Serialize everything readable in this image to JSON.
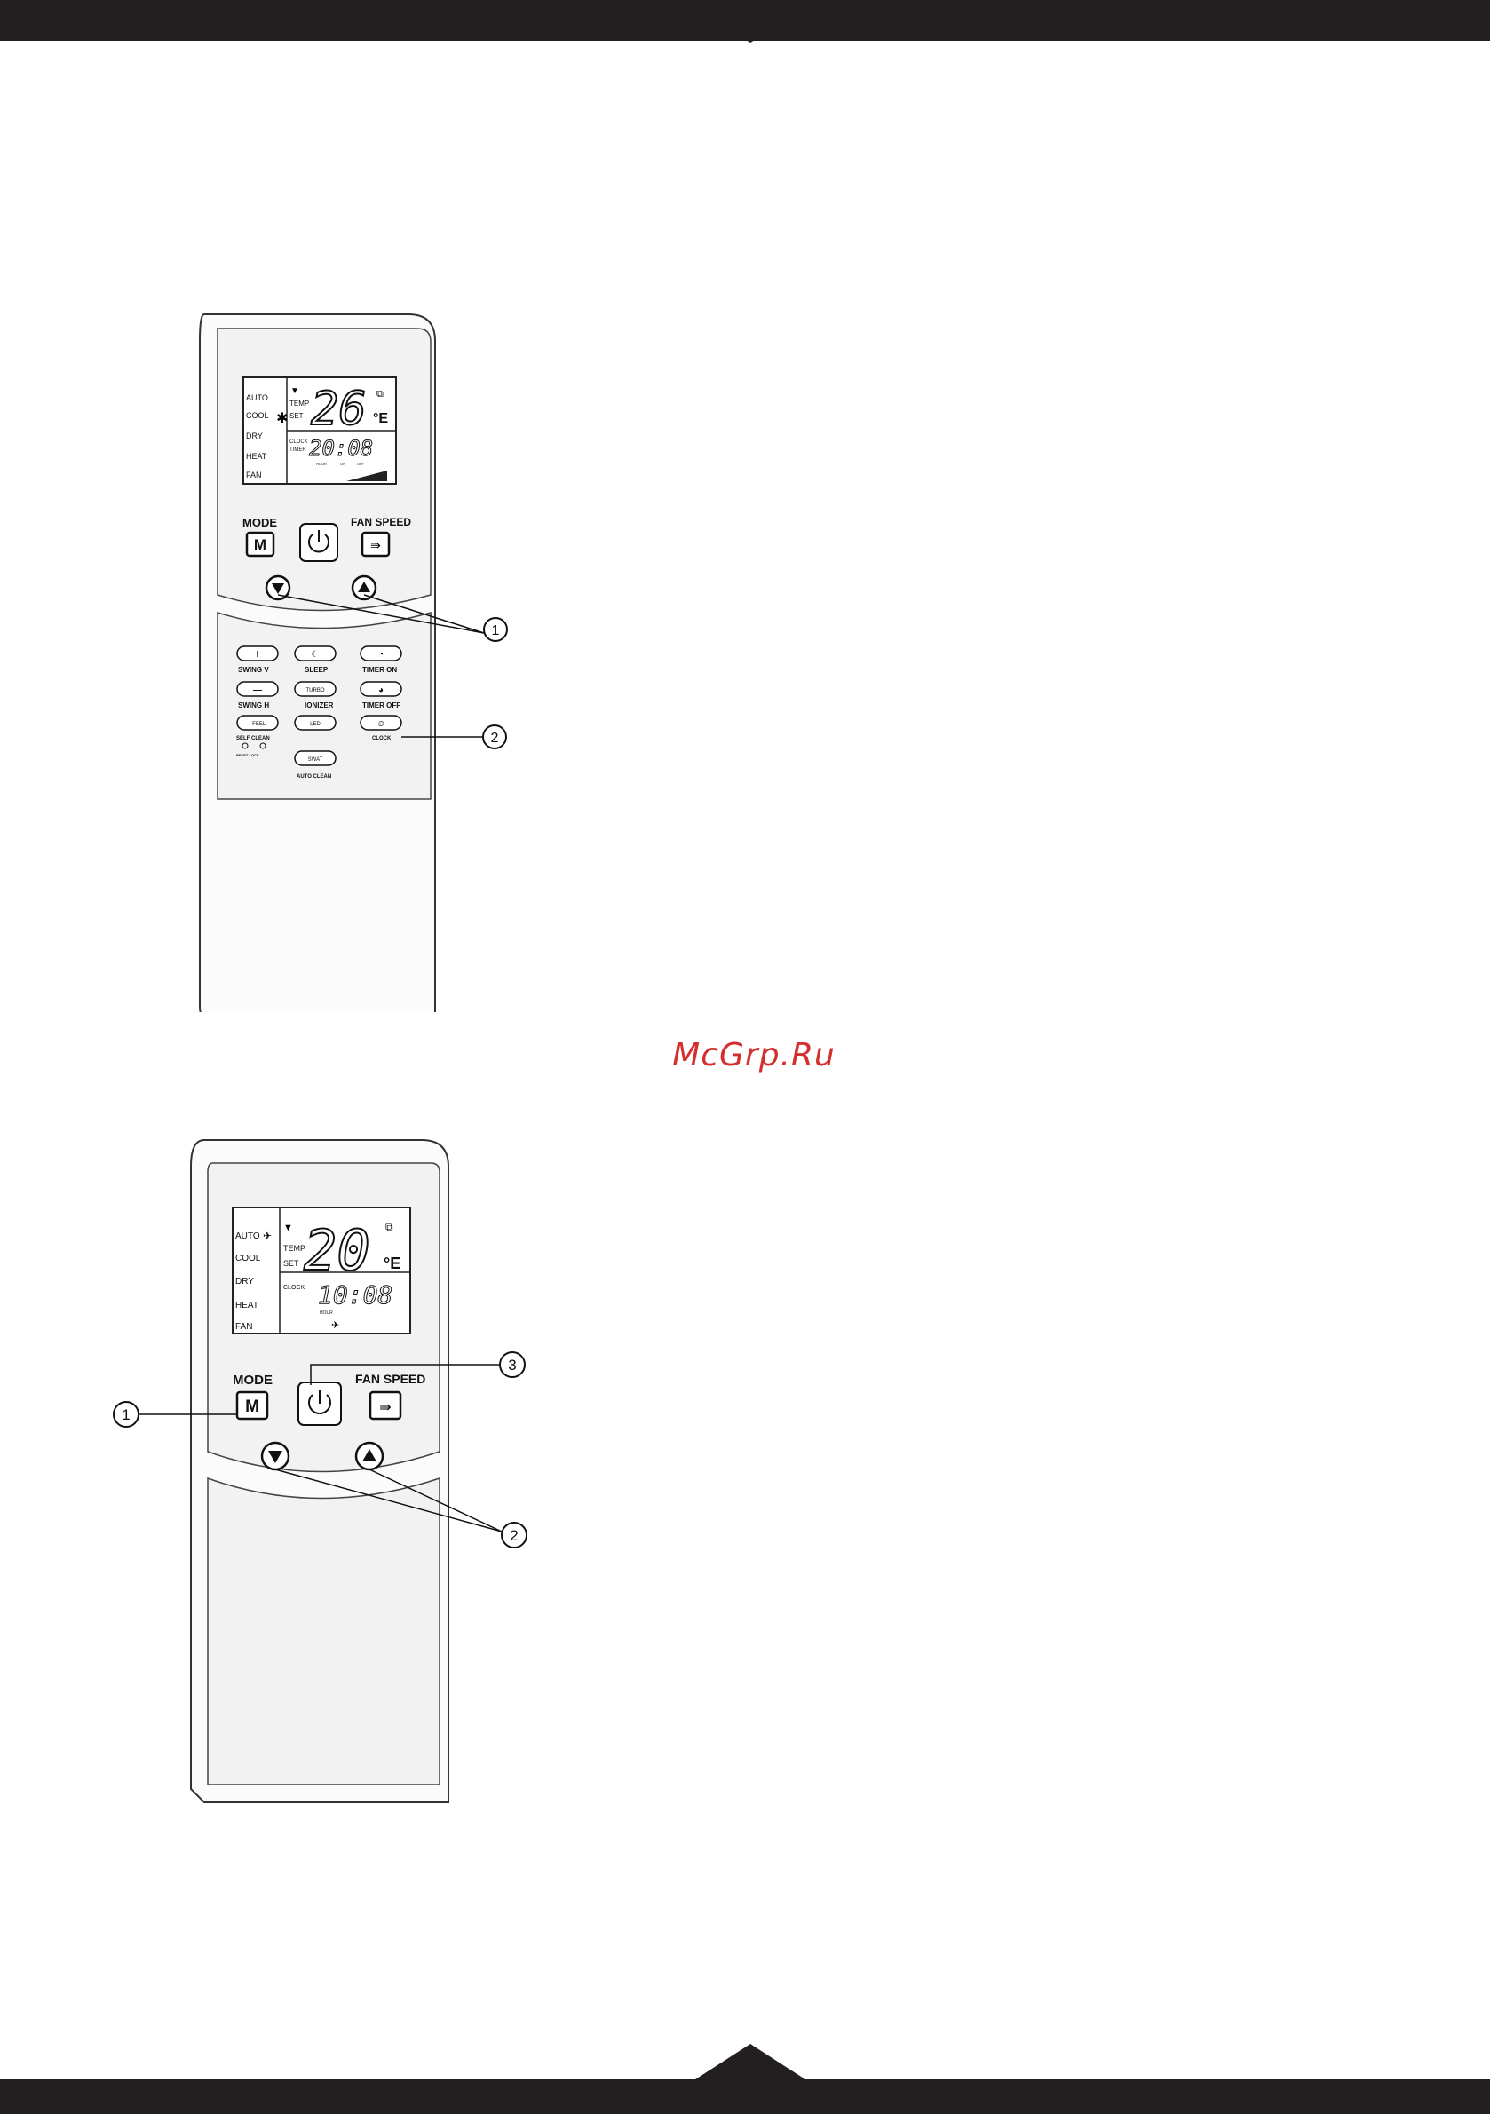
{
  "watermark": "McGrp.Ru",
  "callouts": [
    "1",
    "2",
    "3"
  ],
  "remote1": {
    "modes": [
      "AUTO",
      "COOL",
      "DRY",
      "HEAT",
      "FAN"
    ],
    "temp_label": "TEMP",
    "set_label": "SET",
    "temp_value": "26",
    "unit": "°E",
    "clock_label": "CLOCK",
    "timer_label": "TIMER",
    "time_value": "20:08",
    "small_labels": [
      "HOUR",
      "ON",
      "OFF"
    ],
    "mode_label": "MODE",
    "mode_key": "M",
    "fan_label": "FAN SPEED",
    "buttons": [
      {
        "label": "SWING V",
        "key": "I"
      },
      {
        "label": "SLEEP",
        "key": "☾"
      },
      {
        "label": "TIMER ON",
        "key": "◔"
      },
      {
        "label": "SWING H",
        "key": "—"
      },
      {
        "label": "IONIZER",
        "key": "TURBO"
      },
      {
        "label": "TIMER OFF",
        "key": "◕"
      },
      {
        "label": "SELF CLEAN",
        "key": "I FEEL"
      },
      {
        "label": "",
        "key": "LED"
      },
      {
        "label": "CLOCK",
        "key": "⏲"
      }
    ],
    "reset_lock": "RESET LOCK",
    "auto_clean_key": "SWAT",
    "auto_clean": "AUTO CLEAN"
  },
  "remote2": {
    "modes": [
      "AUTO",
      "COOL",
      "DRY",
      "HEAT",
      "FAN"
    ],
    "temp_label": "TEMP",
    "set_label": "SET",
    "temp_value": "20",
    "unit": "°E",
    "clock_label": "CLOCK",
    "time_value": "10:08",
    "hour_label": "HOUR",
    "mode_label": "MODE",
    "mode_key": "M",
    "fan_label": "FAN SPEED"
  }
}
